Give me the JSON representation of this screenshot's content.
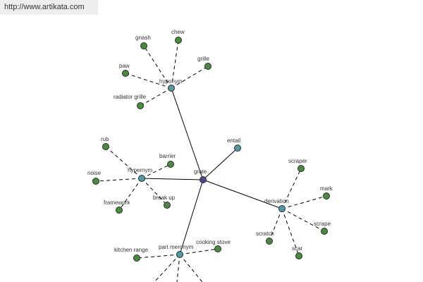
{
  "header": {
    "url": "http://www.artikata.com"
  },
  "colors": {
    "hub": "#4b4a8c",
    "relation": "#4f9aa3",
    "leaf": "#4a8a3f",
    "node_stroke": "#2b2b2b",
    "edge": "#000000",
    "label": "#333333"
  },
  "graph": {
    "center": {
      "label": "grate"
    },
    "relations": [
      {
        "label": "hyponym",
        "leaves": [
          "gnash",
          "chew",
          "paw",
          "grille",
          "radiator grille"
        ]
      },
      {
        "label": "hypernym",
        "leaves": [
          "rub",
          "barrier",
          "noise",
          "framework",
          "break up"
        ]
      },
      {
        "label": "entail",
        "leaves": []
      },
      {
        "label": "derivation",
        "leaves": [
          "scraper",
          "mark",
          "scrape",
          "scratch",
          "scar"
        ]
      },
      {
        "label": "part meronym",
        "leaves": [
          "cooking stove",
          "kitchen range"
        ]
      }
    ]
  }
}
